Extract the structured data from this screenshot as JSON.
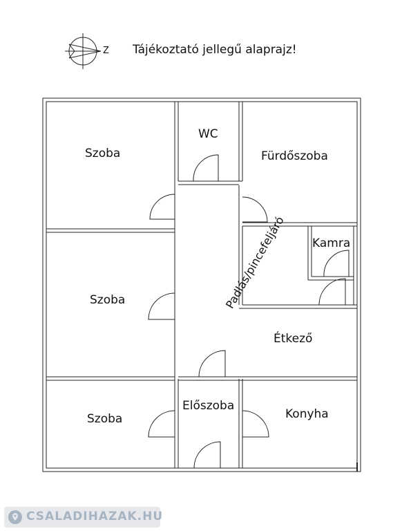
{
  "header": {
    "title": "Tájékoztató jellegű alaprajz!",
    "compass_label": "Z"
  },
  "rooms": {
    "szoba_top": "Szoba",
    "wc": "WC",
    "furdoszoba": "Fürdőszoba",
    "kamra": "Kamra",
    "szoba_mid": "Szoba",
    "padlas": "Padlás/pincefeljáró",
    "etkezo": "Étkező",
    "szoba_bottom": "Szoba",
    "eloszoba": "Előszoba",
    "konyha": "Konyha"
  },
  "watermark": {
    "text": "CSALADIHAZAK.HU",
    "icon": "location-pin-icon"
  },
  "colors": {
    "wall": "#222222",
    "watermark_text": "#a7b4c2",
    "watermark_bg": "#e6e8ec"
  }
}
